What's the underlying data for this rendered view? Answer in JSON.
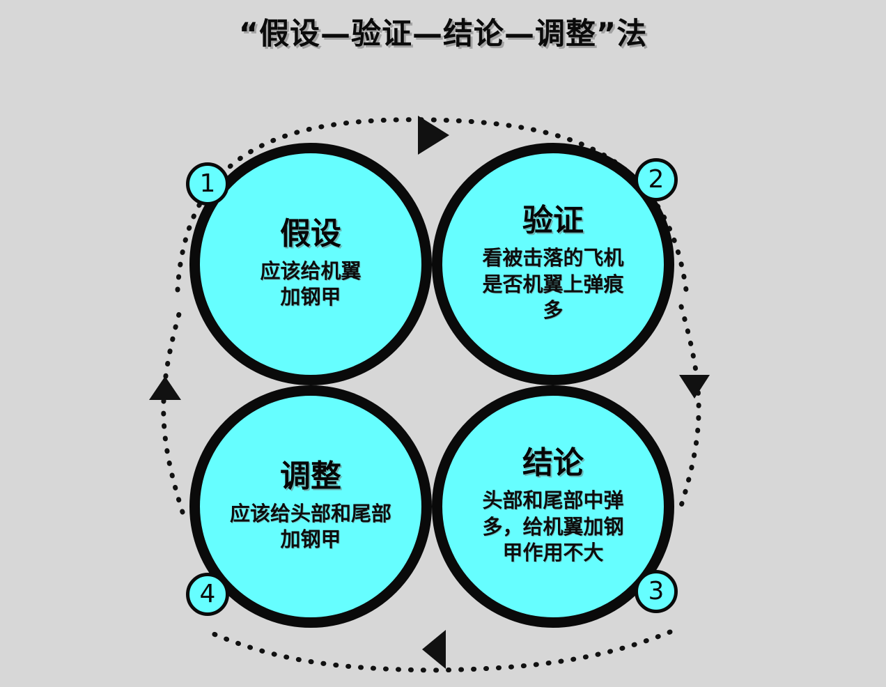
{
  "title": "“假设—验证—结论—调整”法",
  "colors": {
    "background": "#d7d7d7",
    "circle_fill": "#66feff",
    "outline": "#0a0a0a",
    "text": "#0b0b0b"
  },
  "steps": [
    {
      "number": "1",
      "heading": "假设",
      "body_lines": [
        "应该给机翼",
        "加钢甲"
      ],
      "position": "top-left"
    },
    {
      "number": "2",
      "heading": "验证",
      "body_lines": [
        "看被击落的飞机",
        "是否机翼上弹痕",
        "多"
      ],
      "position": "top-right"
    },
    {
      "number": "3",
      "heading": "结论",
      "body_lines": [
        "头部和尾部中弹",
        "多，给机翼加钢",
        "甲作用不大"
      ],
      "position": "bottom-right"
    },
    {
      "number": "4",
      "heading": "调整",
      "body_lines": [
        "应该给头部和尾部",
        "加钢甲"
      ],
      "position": "bottom-left"
    }
  ],
  "arrows": [
    {
      "from": "1",
      "to": "2",
      "side": "top",
      "direction": "right"
    },
    {
      "from": "2",
      "to": "3",
      "side": "right",
      "direction": "down"
    },
    {
      "from": "3",
      "to": "4",
      "side": "bottom",
      "direction": "left"
    },
    {
      "from": "4",
      "to": "1",
      "side": "left",
      "direction": "up"
    }
  ]
}
